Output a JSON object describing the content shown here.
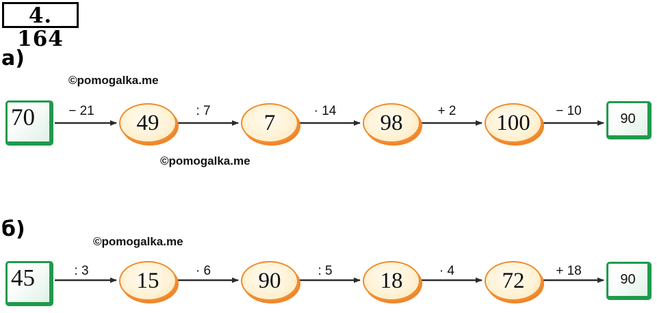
{
  "title": "4. 164",
  "watermark": "©pomogalka.me",
  "part_a": {
    "label": "а)",
    "start": "70",
    "ops": [
      "− 21",
      ": 7",
      "· 14",
      "+ 2",
      "− 10"
    ],
    "values": [
      "49",
      "7",
      "98",
      "100"
    ],
    "end": "90"
  },
  "part_b": {
    "label": "б)",
    "start": "45",
    "ops": [
      ": 3",
      "· 6",
      ": 5",
      "· 4",
      "+ 18"
    ],
    "values": [
      "15",
      "90",
      "18",
      "72"
    ],
    "end": "90"
  },
  "colors": {
    "box_border": "#1e9a4c",
    "oval_border": "#f08a2a"
  }
}
